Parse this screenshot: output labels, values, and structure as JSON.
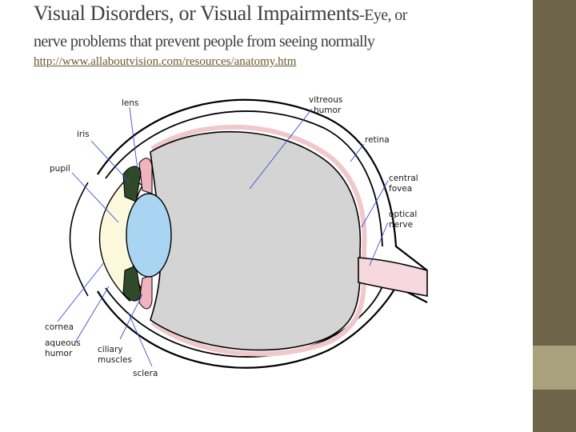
{
  "slide": {
    "title_main": "Visual Disorders, or Visual Impairments",
    "title_suffix": "-Eye, or",
    "title_line2": "nerve problems that prevent people from seeing normally",
    "link": "http://www.allaboutvision.com/resources/anatomy.htm"
  },
  "diagram": {
    "labels": {
      "lens": "lens",
      "iris": "iris",
      "pupil": "pupil",
      "vitreous_1": "vitreous",
      "vitreous_2": "humor",
      "retina": "retina",
      "central_1": "central",
      "central_2": "fovea",
      "optical_1": "optical",
      "optical_2": "nerve",
      "cornea": "cornea",
      "aqueous_1": "aqueous",
      "aqueous_2": "humor",
      "ciliary_1": "ciliary",
      "ciliary_2": "muscles",
      "sclera": "sclera"
    },
    "colors": {
      "vitreous": "#d4d4d4",
      "lens": "#a9d4f2",
      "iris": "#2f4a2a",
      "aqueous": "#fbf8dc",
      "ciliary": "#f0b4be",
      "optic_nerve": "#f6d8de",
      "pointer": "#3b4bd6",
      "sidebar_dark": "#6b6449",
      "sidebar_light": "#a7a27c"
    }
  }
}
